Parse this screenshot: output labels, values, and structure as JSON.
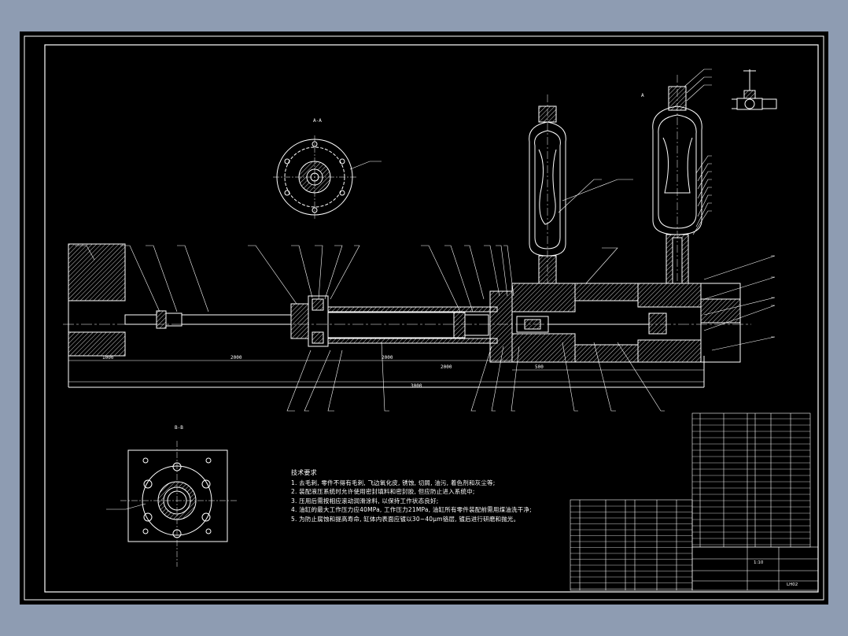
{
  "tech_requirements": {
    "title": "技术要求",
    "items": [
      "1. 去毛刺, 零件不得有毛刺, 飞边氧化皮, 锈蚀, 切屑, 油污, 着色剂和灰尘等;",
      "2. 装配液压系统时允许使用密封填料和密封胶, 但应防止进入系统中;",
      "3. 压用后需按相应滚动润滑涂料, 以保持工作状态良好;",
      "4. 油缸的最大工作压力应40MPa, 工作压力21MPa, 油缸所有零件装配前需用煤油洗干净;",
      "5. 为防止腐蚀和提高寿命, 缸体内表面应镀以30~40μm铬层, 镀后进行研磨和抛光。"
    ]
  },
  "view_labels": {
    "top_section": "A-A",
    "bottom_section": "B-B",
    "detail": "A"
  },
  "dimensions": [
    "1000",
    "2000",
    "2000",
    "2000",
    "500",
    "3000"
  ],
  "title_block": {
    "drawing_no": "LH02",
    "scale": "1:10"
  }
}
